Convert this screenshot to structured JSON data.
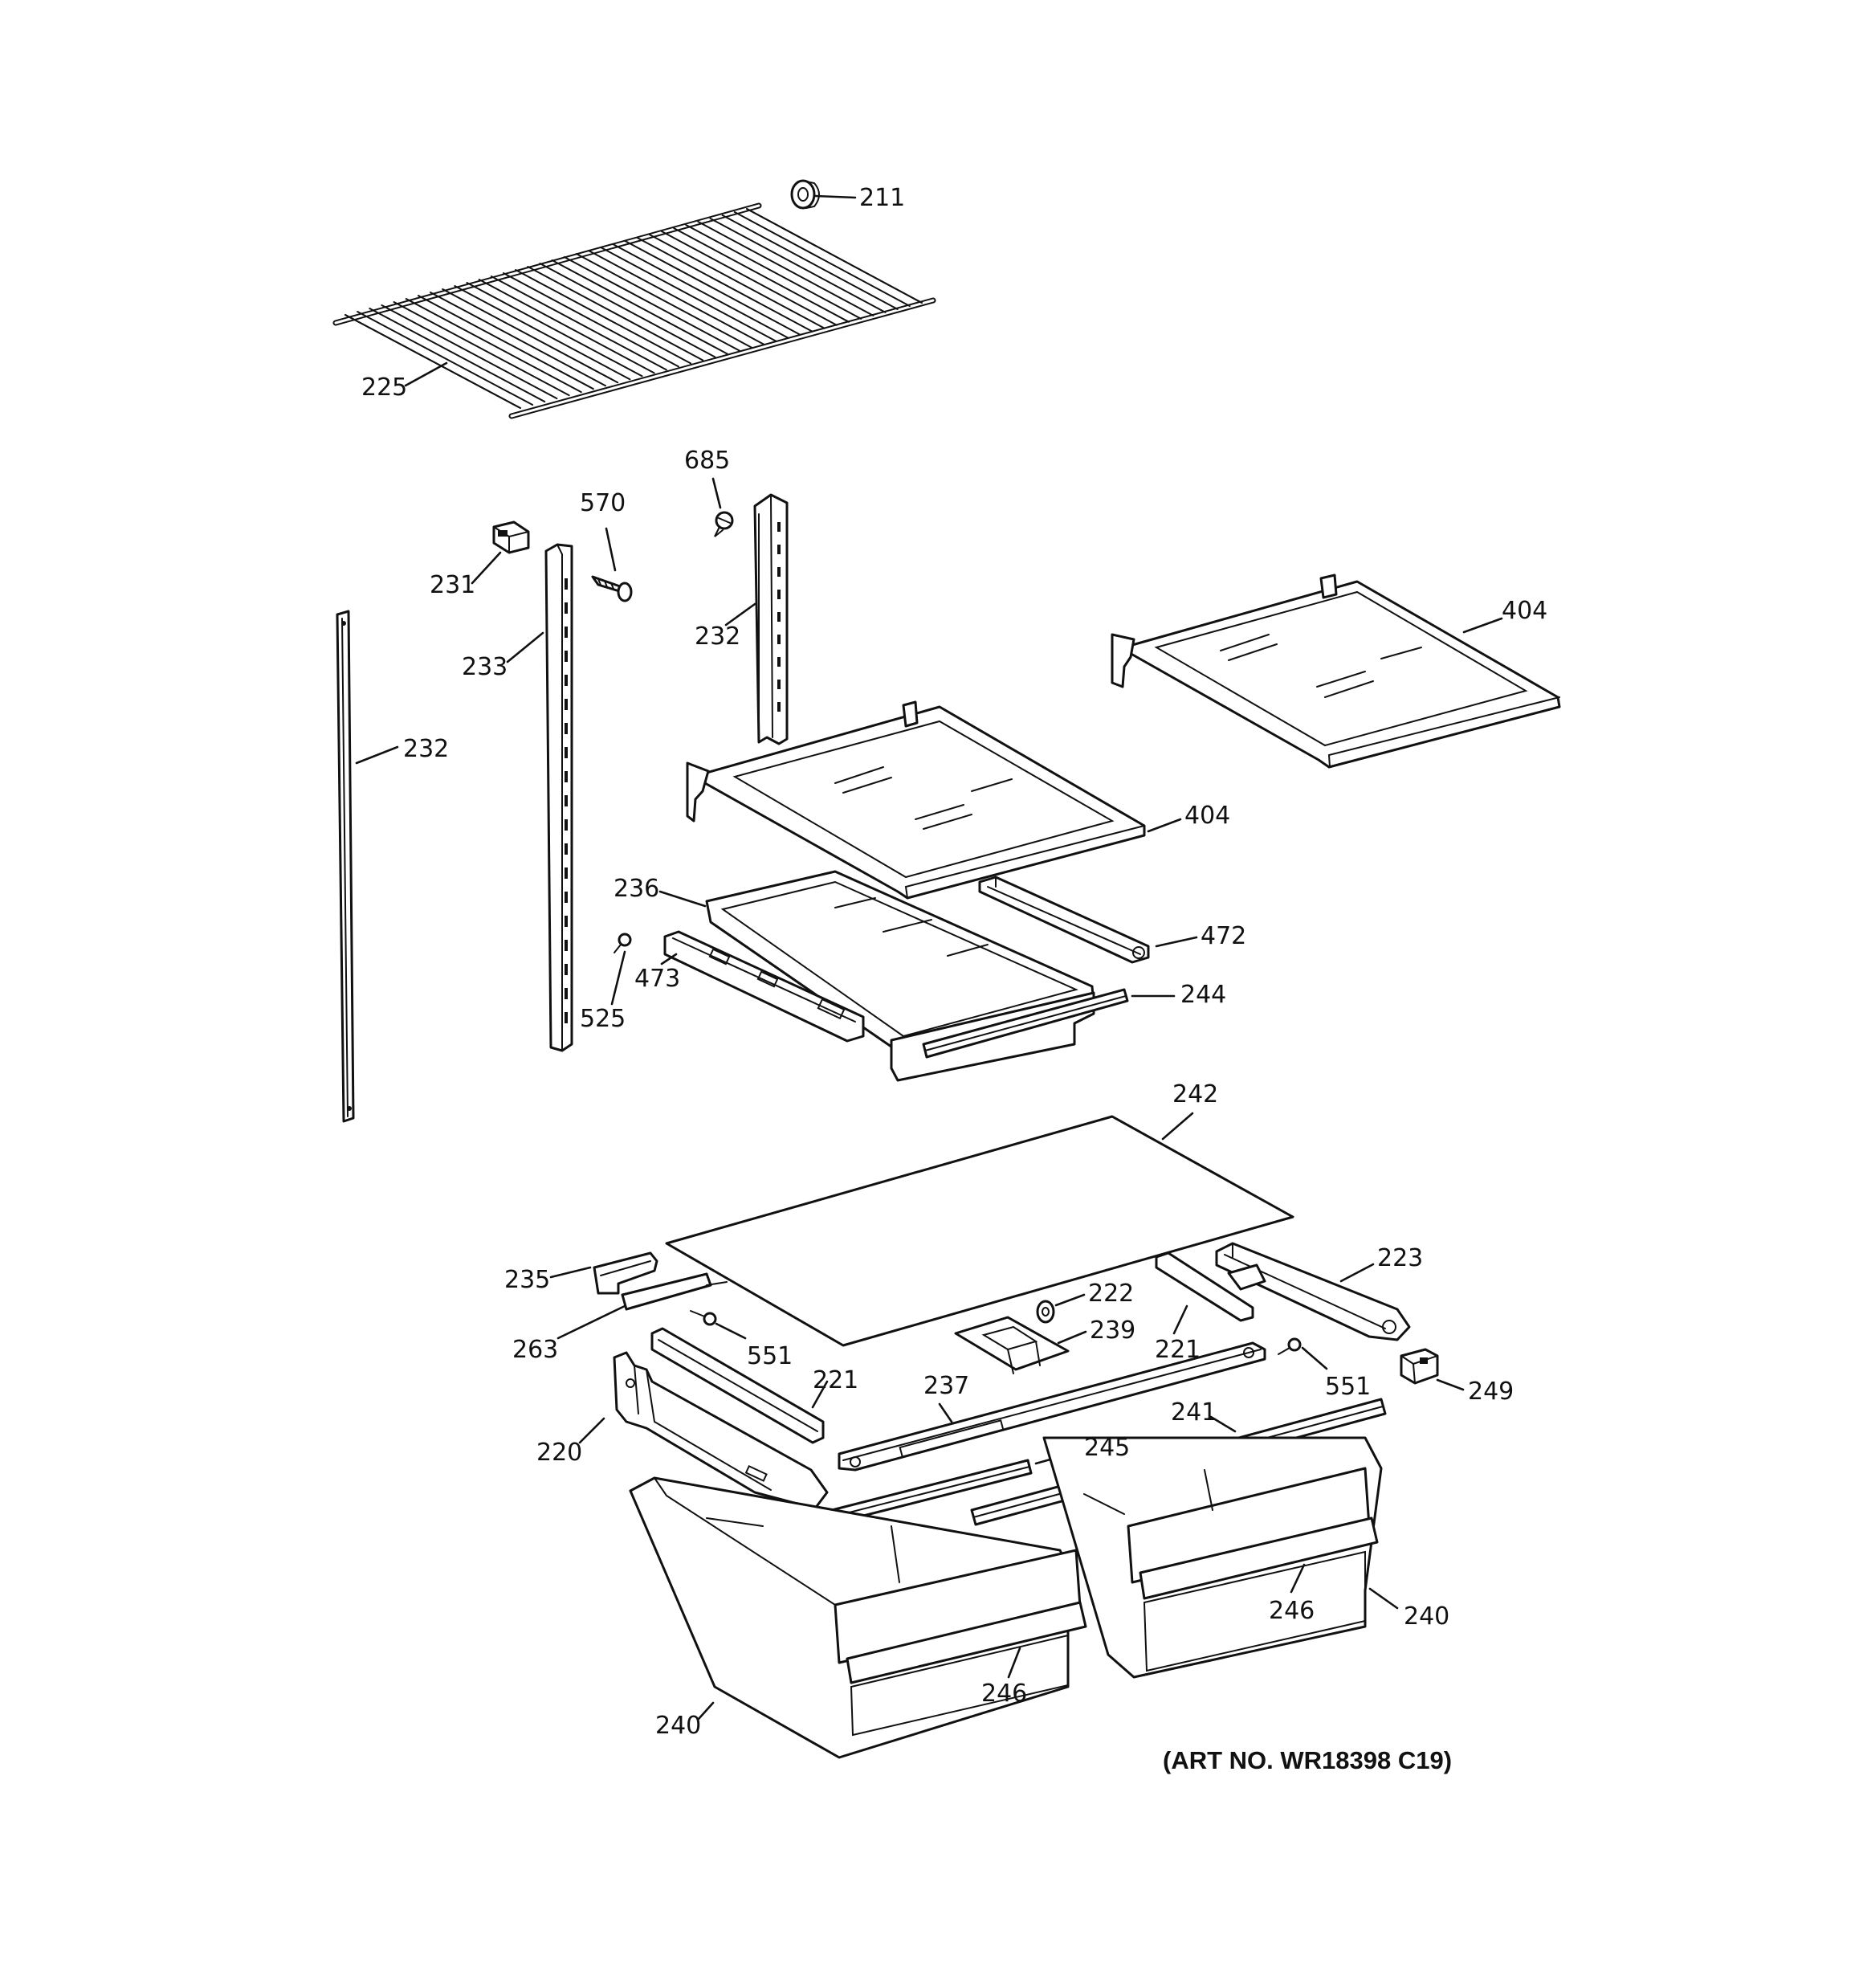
{
  "callouts": {
    "p211": "211",
    "p225": "225",
    "p685": "685",
    "p570": "570",
    "p231": "231",
    "p232a": "232",
    "p233": "233",
    "p232b": "232",
    "p404a": "404",
    "p404b": "404",
    "p236": "236",
    "p472": "472",
    "p473": "473",
    "p525": "525",
    "p244": "244",
    "p242": "242",
    "p235": "235",
    "p223": "223",
    "p222": "222",
    "p263": "263",
    "p239": "239",
    "p221a": "221",
    "p551a": "551",
    "p551b": "551",
    "p249": "249",
    "p221b": "221",
    "p237": "237",
    "p241": "241",
    "p220": "220",
    "p245": "245",
    "p246a": "246",
    "p240a": "240",
    "p246b": "246",
    "p240b": "240"
  },
  "art_number": "(ART NO. WR18398 C19)"
}
